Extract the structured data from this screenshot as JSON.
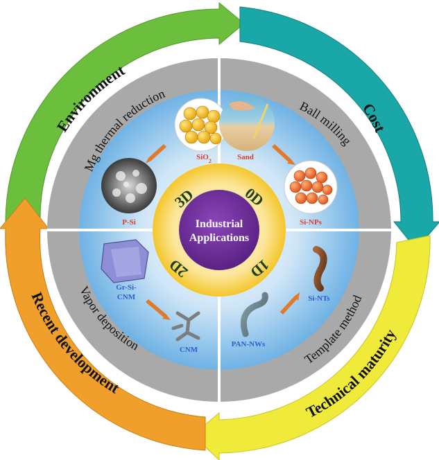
{
  "center": {
    "line1": "Industrial",
    "line2": "Applications"
  },
  "dimensions": {
    "d3": "3D",
    "d0": "0D",
    "d2": "2D",
    "d1": "1D"
  },
  "arrows": {
    "environment": "Environment",
    "cost": "Cost",
    "technical_maturity": "Technical maturity",
    "recent_development": "Recent development"
  },
  "methods": {
    "mg_thermal_reduction": "Mg thermal reduction",
    "ball_milling": "Ball milling",
    "template_method": "Template method",
    "vapor_deposition": "Vapor deposition"
  },
  "materials": {
    "sio2_base": "SiO",
    "sio2_sub": "2",
    "psi": "P-Si",
    "sand": "Sand",
    "si_nps": "Si-NPs",
    "gr_si_cnm_line1": "Gr-Si-",
    "gr_si_cnm_line2": "CNM",
    "cnm": "CNM",
    "pan_nws": "PAN-NWs",
    "si_nts": "Si-NTs"
  },
  "colors": {
    "environment_arrow": "#6cbf3c",
    "cost_arrow": "#1aa7a8",
    "technical_maturity_arrow": "#f0ea3a",
    "recent_development_arrow": "#f0a02a",
    "gray_ring": "#a9a9a9",
    "blue_disk": "#8ec4ea",
    "yellow_ring": "#f5c62a",
    "center_purple": "#6a2b93",
    "connector_arrow": "#e07a2a",
    "label_red": "#e23b2b",
    "label_blue": "#2f5bd0"
  }
}
